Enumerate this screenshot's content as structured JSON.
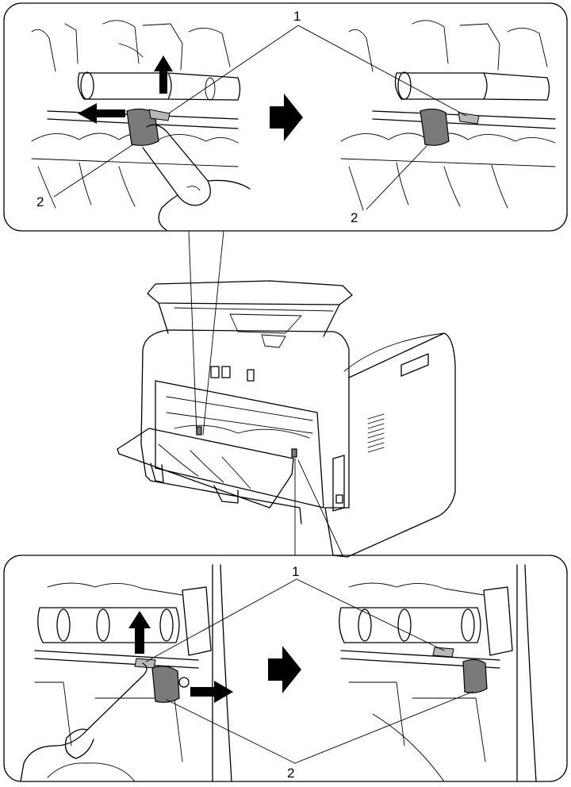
{
  "callouts": {
    "top_1": "1",
    "top_2_left": "2",
    "top_2_right": "2",
    "bottom_1": "1",
    "bottom_2": "2"
  },
  "colors": {
    "line": "#000000",
    "lever_fill": "#7a7a7a",
    "background": "#ffffff"
  },
  "icons": {
    "step_arrow": "right-arrow-icon",
    "move_up": "up-arrow-icon",
    "move_left": "left-arrow-icon",
    "move_right": "right-arrow-icon"
  }
}
